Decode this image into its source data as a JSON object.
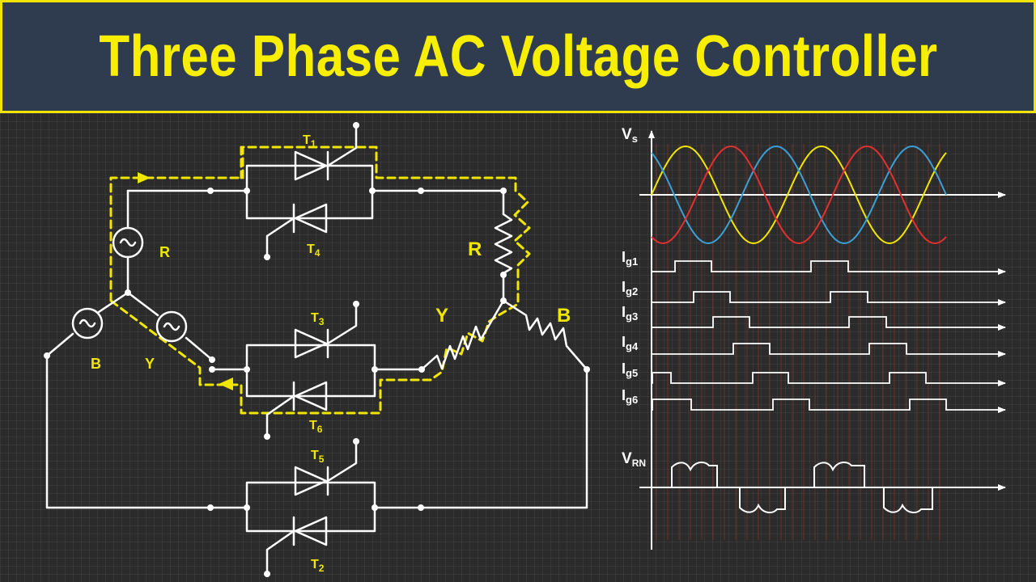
{
  "title": "Three Phase AC Voltage Controller",
  "colors": {
    "background": "#2b2b2b",
    "title_bar": "#2f3c50",
    "accent": "#f1e400",
    "wire": "#ffffff",
    "phase_r": "#e23030",
    "phase_y": "#f0e600",
    "phase_b": "#3aa0d8"
  },
  "circuit": {
    "sources": {
      "r": "R",
      "b": "B",
      "y": "Y"
    },
    "loads": {
      "r": "R",
      "y": "Y",
      "b": "B"
    },
    "thyristors": {
      "t1": {
        "main": "T",
        "sub": "1"
      },
      "t2": {
        "main": "T",
        "sub": "2"
      },
      "t3": {
        "main": "T",
        "sub": "3"
      },
      "t4": {
        "main": "T",
        "sub": "4"
      },
      "t5": {
        "main": "T",
        "sub": "5"
      },
      "t6": {
        "main": "T",
        "sub": "6"
      }
    }
  },
  "waveforms": {
    "vs": {
      "main": "V",
      "sub": "s"
    },
    "gates": [
      {
        "main": "I",
        "sub": "g1"
      },
      {
        "main": "I",
        "sub": "g2"
      },
      {
        "main": "I",
        "sub": "g3"
      },
      {
        "main": "I",
        "sub": "g4"
      },
      {
        "main": "I",
        "sub": "g5"
      },
      {
        "main": "I",
        "sub": "g6"
      }
    ],
    "vrn": {
      "main": "V",
      "sub": "RN"
    }
  }
}
